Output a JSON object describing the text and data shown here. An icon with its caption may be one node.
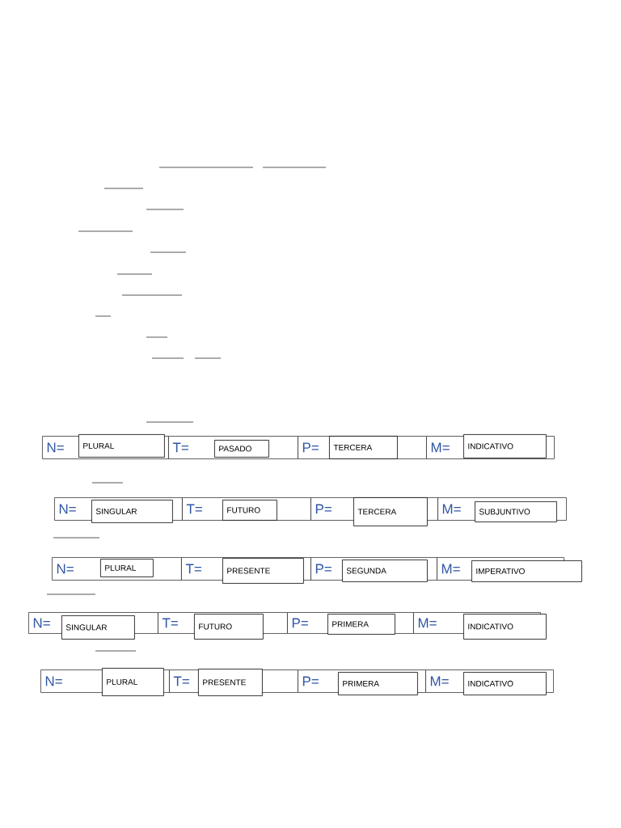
{
  "diagram": {
    "nodes": [
      {
        "text": [
          "N="
        ]
      },
      {
        "text": [
          "PLURAL"
        ],
        "in": 0
      },
      {
        "text": [
          "T="
        ]
      },
      {
        "text": [
          "PASADO"
        ],
        "in": 2
      },
      {
        "text": [
          "P="
        ]
      },
      {
        "text": [
          "TERCERA"
        ],
        "in": 4
      },
      {
        "text": [
          "M="
        ]
      },
      {
        "text": [
          "INDICATIVO"
        ],
        "in": 6
      },
      {
        "text": [
          "N="
        ]
      },
      {
        "text": [
          "SINGULAR"
        ],
        "in": 8
      },
      {
        "text": [
          "T="
        ]
      },
      {
        "text": [
          "FUTURO"
        ],
        "in": 10
      },
      {
        "text": [
          "P="
        ]
      },
      {
        "text": [
          "TERCERA"
        ]
      },
      {
        "text": [
          "M="
        ]
      },
      {
        "text": [
          "SUBJUNTIVO"
        ],
        "in": 14
      },
      {
        "text": [
          "N="
        ]
      },
      {
        "text": [
          "PLURAL"
        ],
        "in": 16
      },
      {
        "text": [
          "T="
        ]
      },
      {
        "text": [
          "PRESENTE"
        ]
      },
      {
        "text": [
          "P="
        ]
      },
      {
        "text": [
          "SEGUNDA"
        ],
        "in": 20
      },
      {
        "text": [
          "M="
        ]
      },
      {
        "text": [
          "IMPERATIVO"
        ]
      },
      {
        "text": [
          "N="
        ]
      },
      {
        "text": [
          "SINGULAR"
        ]
      },
      {
        "text": [
          "T="
        ]
      },
      {
        "text": [
          "FUTURO"
        ]
      },
      {
        "text": [
          "P="
        ]
      },
      {
        "text": [
          "PRIMERA"
        ],
        "in": 28
      },
      {
        "text": [
          "M="
        ]
      },
      {
        "text": [
          "INDICATIVO"
        ]
      },
      {
        "text": [
          "N="
        ]
      },
      {
        "text": [
          "PLURAL"
        ]
      },
      {
        "text": [
          "T="
        ]
      },
      {
        "text": [
          "PRESENTE"
        ]
      },
      {
        "text": [
          "P="
        ]
      },
      {
        "text": [
          "PRIMERA"
        ],
        "in": 36
      },
      {
        "text": [
          "M="
        ]
      },
      {
        "text": [
          "INDICATIVO"
        ],
        "in": 38
      }
    ]
  }
}
